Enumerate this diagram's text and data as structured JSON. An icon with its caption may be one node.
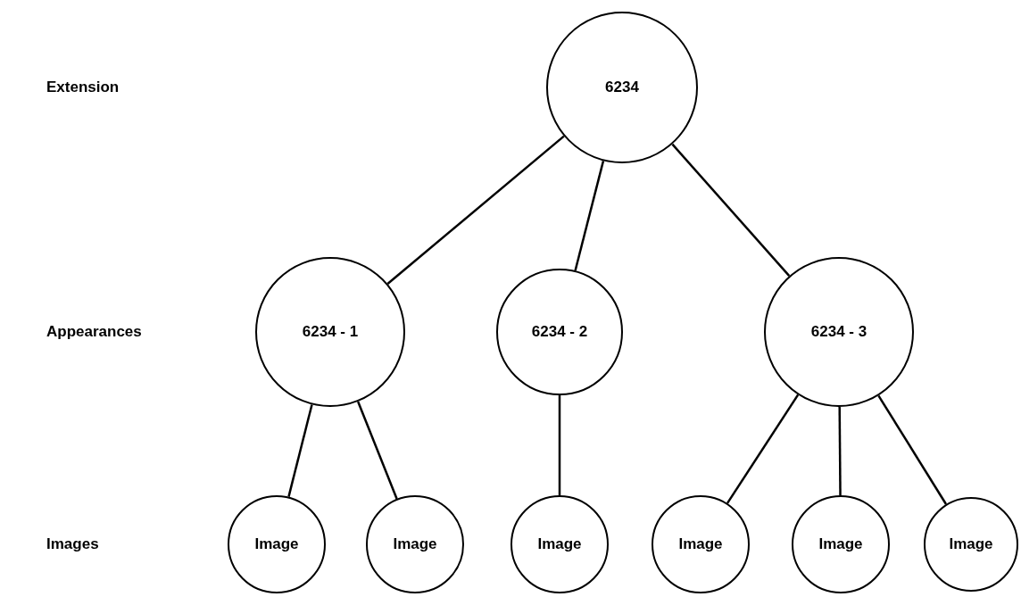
{
  "diagram": {
    "nodes": [
      {
        "text": [
          "6234"
        ]
      },
      {
        "text": [
          "6234 - 1"
        ]
      },
      {
        "text": [
          "6234 - 2"
        ]
      },
      {
        "text": [
          "6234 - 3"
        ]
      },
      {
        "text": [
          "Image"
        ]
      },
      {
        "text": [
          "Image"
        ]
      },
      {
        "text": [
          "Image"
        ]
      },
      {
        "text": [
          "Image"
        ]
      },
      {
        "text": [
          "Image"
        ]
      },
      {
        "text": [
          "Image"
        ]
      }
    ],
    "edges": [
      {
        "from": 0,
        "to": 1,
        "arrow": "none"
      },
      {
        "from": 0,
        "to": 2,
        "arrow": "none"
      },
      {
        "from": 0,
        "to": 3,
        "arrow": "none"
      },
      {
        "from": 1,
        "to": 4,
        "arrow": "none"
      },
      {
        "from": 1,
        "to": 5,
        "arrow": "none"
      },
      {
        "from": 2,
        "to": 6,
        "arrow": "none"
      },
      {
        "from": 3,
        "to": 7,
        "arrow": "none"
      },
      {
        "from": 3,
        "to": 8,
        "arrow": "none"
      },
      {
        "from": 3,
        "to": 9,
        "arrow": "none"
      }
    ],
    "labels": [
      "Extension",
      "Appearances",
      "Images"
    ]
  }
}
